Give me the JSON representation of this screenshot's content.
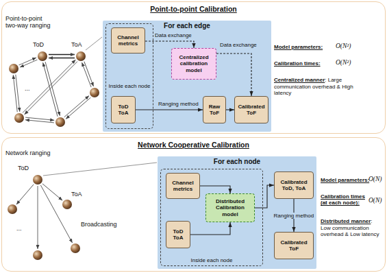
{
  "diagram": {
    "nodes": [
      {
        "text": [
          "Point-to-point Calibration"
        ]
      },
      {
        "text": [
          "For each edge"
        ],
        "in": 0
      },
      {
        "text": [
          "Inside each node"
        ],
        "in": 1
      },
      {
        "text": [
          "Channel metrics"
        ],
        "in": 2
      },
      {
        "text": [
          "ToD ToA"
        ],
        "in": 2
      },
      {
        "text": [
          "Centralized calibration model"
        ],
        "in": 1
      },
      {
        "text": [
          "Raw ToF"
        ],
        "in": 1
      },
      {
        "text": [
          "Calibrated ToF"
        ],
        "in": 1
      },
      {
        "text": [
          "Network Cooperative Calibration"
        ]
      },
      {
        "text": [
          "For each node"
        ],
        "in": 8
      },
      {
        "text": [
          "Inside each node"
        ],
        "in": 9
      },
      {
        "text": [
          "Channel metrics"
        ],
        "in": 10
      },
      {
        "text": [
          "ToD ToA"
        ],
        "in": 10
      },
      {
        "text": [
          "Distributed Calibration model"
        ],
        "in": 10
      },
      {
        "text": [
          "Calibrated ToD, ToA"
        ],
        "in": 9
      },
      {
        "text": [
          "Calibrated ToF"
        ],
        "in": 9
      }
    ],
    "edges": [
      {
        "from": 3,
        "to": 5,
        "arrow": "to",
        "label": "Data exchange"
      },
      {
        "from": 5,
        "to": 7,
        "arrow": "to",
        "label": "Data exchange"
      },
      {
        "from": 4,
        "to": 6,
        "arrow": "to",
        "label": "Ranging method"
      },
      {
        "from": 6,
        "to": 7,
        "arrow": "to"
      },
      {
        "from": 11,
        "to": 13,
        "arrow": "to"
      },
      {
        "from": 12,
        "to": 13,
        "arrow": "to"
      },
      {
        "from": 13,
        "to": 14,
        "arrow": "to"
      },
      {
        "from": 14,
        "to": 15,
        "arrow": "to",
        "label": "Ranging method"
      }
    ],
    "labels": [
      "Point-to-point two-way ranging",
      "ToD",
      "ToA",
      "...",
      "Model parameters:",
      "O(N²)",
      "Calibration times:",
      "O(N²)",
      "Centralized manner",
      ": Large communication overhead & High latency",
      "Network ranging",
      "ToD",
      "ToA",
      "...",
      "Broadcasting",
      "Model parameters:",
      "O(N)",
      "Calibration times (at each node):",
      "O(N)",
      "Distributed manner",
      ": Low communication overhead & Low latency"
    ]
  }
}
